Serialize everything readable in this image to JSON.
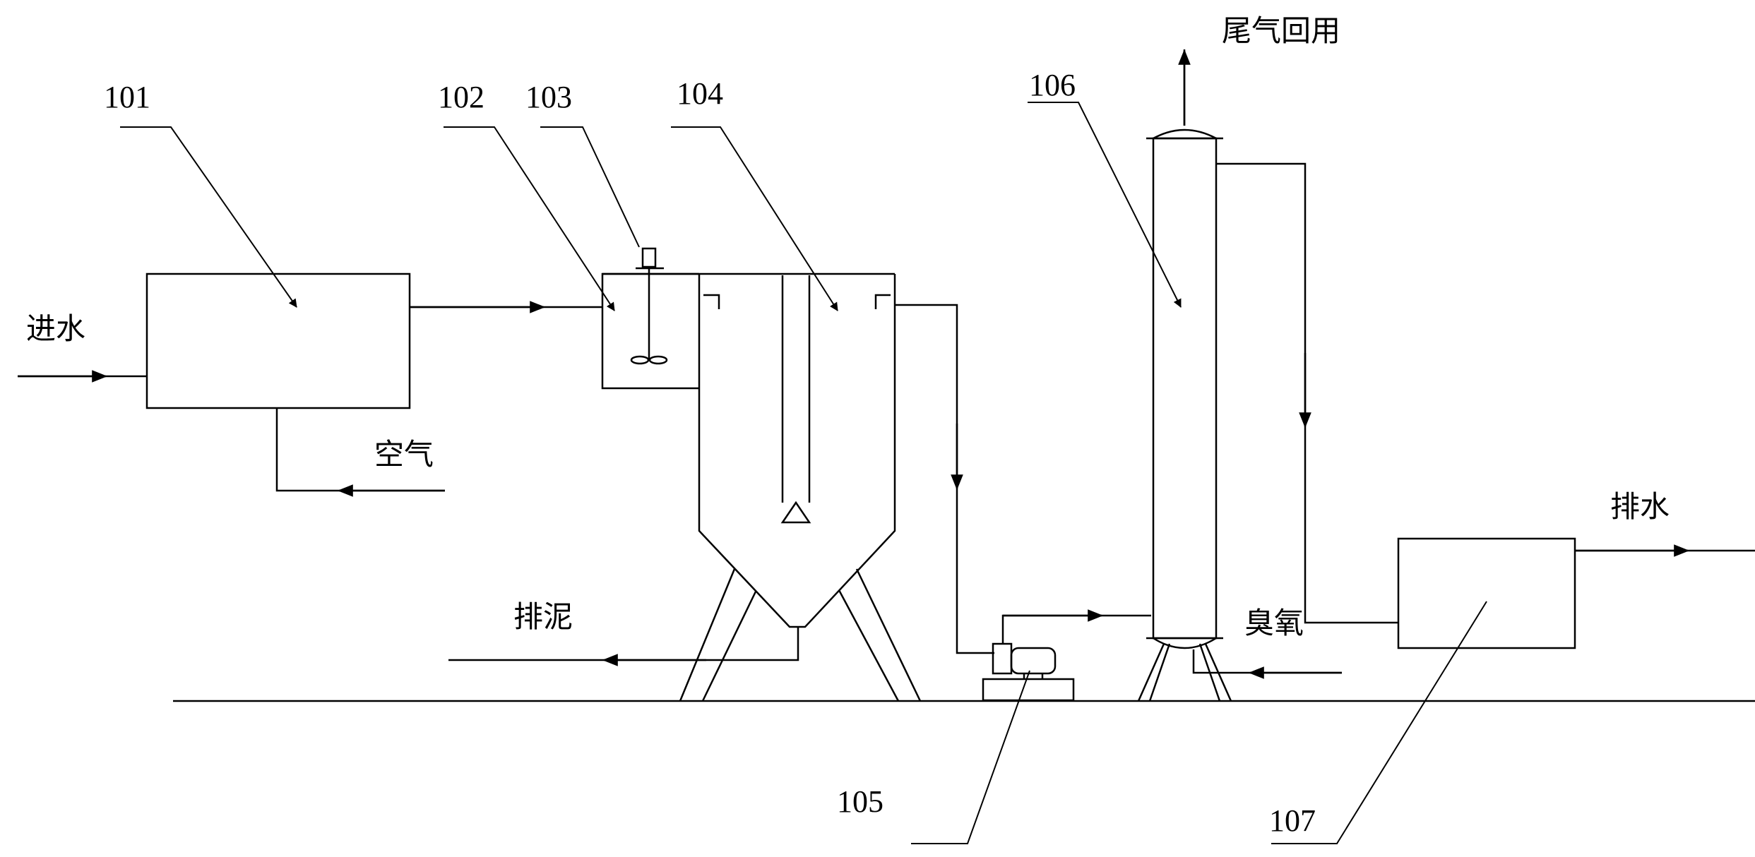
{
  "labels": {
    "inlet_water": "进水",
    "air": "空气",
    "sludge_discharge": "排泥",
    "ozone": "臭氧",
    "tail_gas_reuse": "尾气回用",
    "drain_water": "排水"
  },
  "reference_numbers": {
    "n101": "101",
    "n102": "102",
    "n103": "103",
    "n104": "104",
    "n105": "105",
    "n106": "106",
    "n107": "107"
  },
  "colors": {
    "line": "#000000",
    "background": "#ffffff"
  }
}
